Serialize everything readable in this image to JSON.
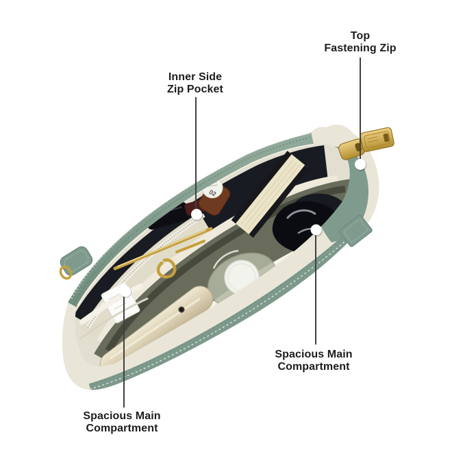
{
  "figure": {
    "background": "#ffffff"
  },
  "annotations": {
    "top_fastening_zip": {
      "line1": "Top",
      "line2": "Fastening Zip"
    },
    "inner_side_zip_pocket": {
      "line1": "Inner Side",
      "line2": "Zip Pocket"
    },
    "spacious_main_right": {
      "line1": "Spacious Main",
      "line2": "Compartment"
    },
    "spacious_main_bottom": {
      "line1": "Spacious Main",
      "line2": "Compartment"
    }
  },
  "bag": {
    "nail_polish_label": "02"
  },
  "colors": {
    "label_text": "#1d1d1d",
    "leader_line": "#404040",
    "callout_dot": "#ffffff",
    "bag_green": "#7f9b8d",
    "bag_green_light": "#9db5a7",
    "lining_cream": "#e9e6d8",
    "interior_dark": "#191b22",
    "compartment_olive": "#696c5b",
    "divider_cream": "#eee9da",
    "front_cream": "#ece9db",
    "gold": "#c59f3e",
    "phone_champagne": "#d9cdb0",
    "perfume_cap": "#f1f3ec",
    "book_pages": "#ece4c8",
    "nail_polish_brown": "#6e3a20",
    "sunglasses_black": "#0a0c11"
  }
}
